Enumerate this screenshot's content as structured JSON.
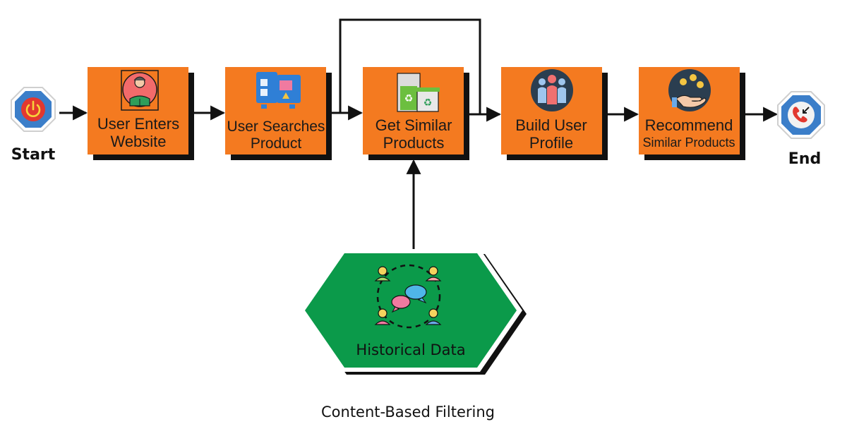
{
  "diagram": {
    "start": {
      "label": "Start"
    },
    "end": {
      "label": "End"
    },
    "steps": [
      {
        "line1": "User Enters",
        "line2": "Website",
        "icon": "reading-person-icon"
      },
      {
        "line1": "User Searches",
        "line2": "Product",
        "icon": "search-screens-icon"
      },
      {
        "line1": "Get Similar",
        "line2": "Products",
        "icon": "recycle-bins-icon"
      },
      {
        "line1": "Build User",
        "line2": "Profile",
        "icon": "user-group-icon"
      },
      {
        "line1": "Recommend",
        "line2": "Similar Products",
        "icon": "hand-coins-icon"
      }
    ],
    "historical": {
      "label": "Historical Data",
      "icon": "users-chat-icon"
    },
    "caption": "Content-Based Filtering",
    "colors": {
      "step_fill": "#f47a20",
      "step_shadow": "#111111",
      "hex_fill": "#0b9a4a",
      "start_fill": "#3b7ec9",
      "end_fill": "#3b7ec9"
    }
  }
}
